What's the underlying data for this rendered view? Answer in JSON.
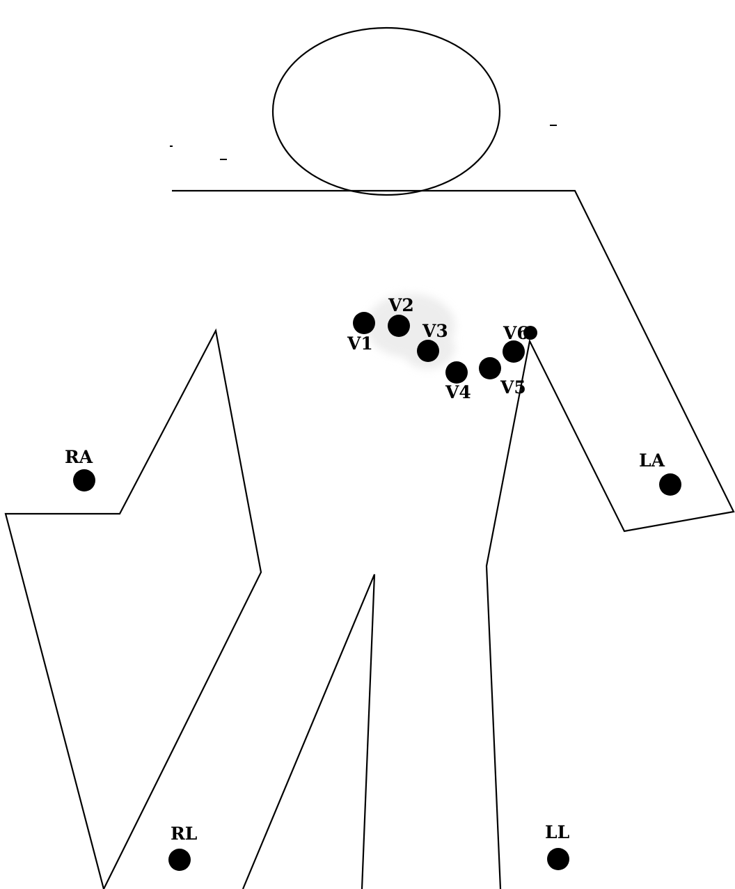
{
  "colors": {
    "outline": "#000000",
    "electrode": "#000000",
    "shading": "#b5b5b5",
    "background": "#ffffff"
  },
  "electrodes": {
    "v1": "V1",
    "v2": "V2",
    "v3": "V3",
    "v4": "V4",
    "v5": "V5",
    "v6": "V6",
    "ra": "RA",
    "la": "LA",
    "rl": "RL",
    "ll": "LL"
  }
}
